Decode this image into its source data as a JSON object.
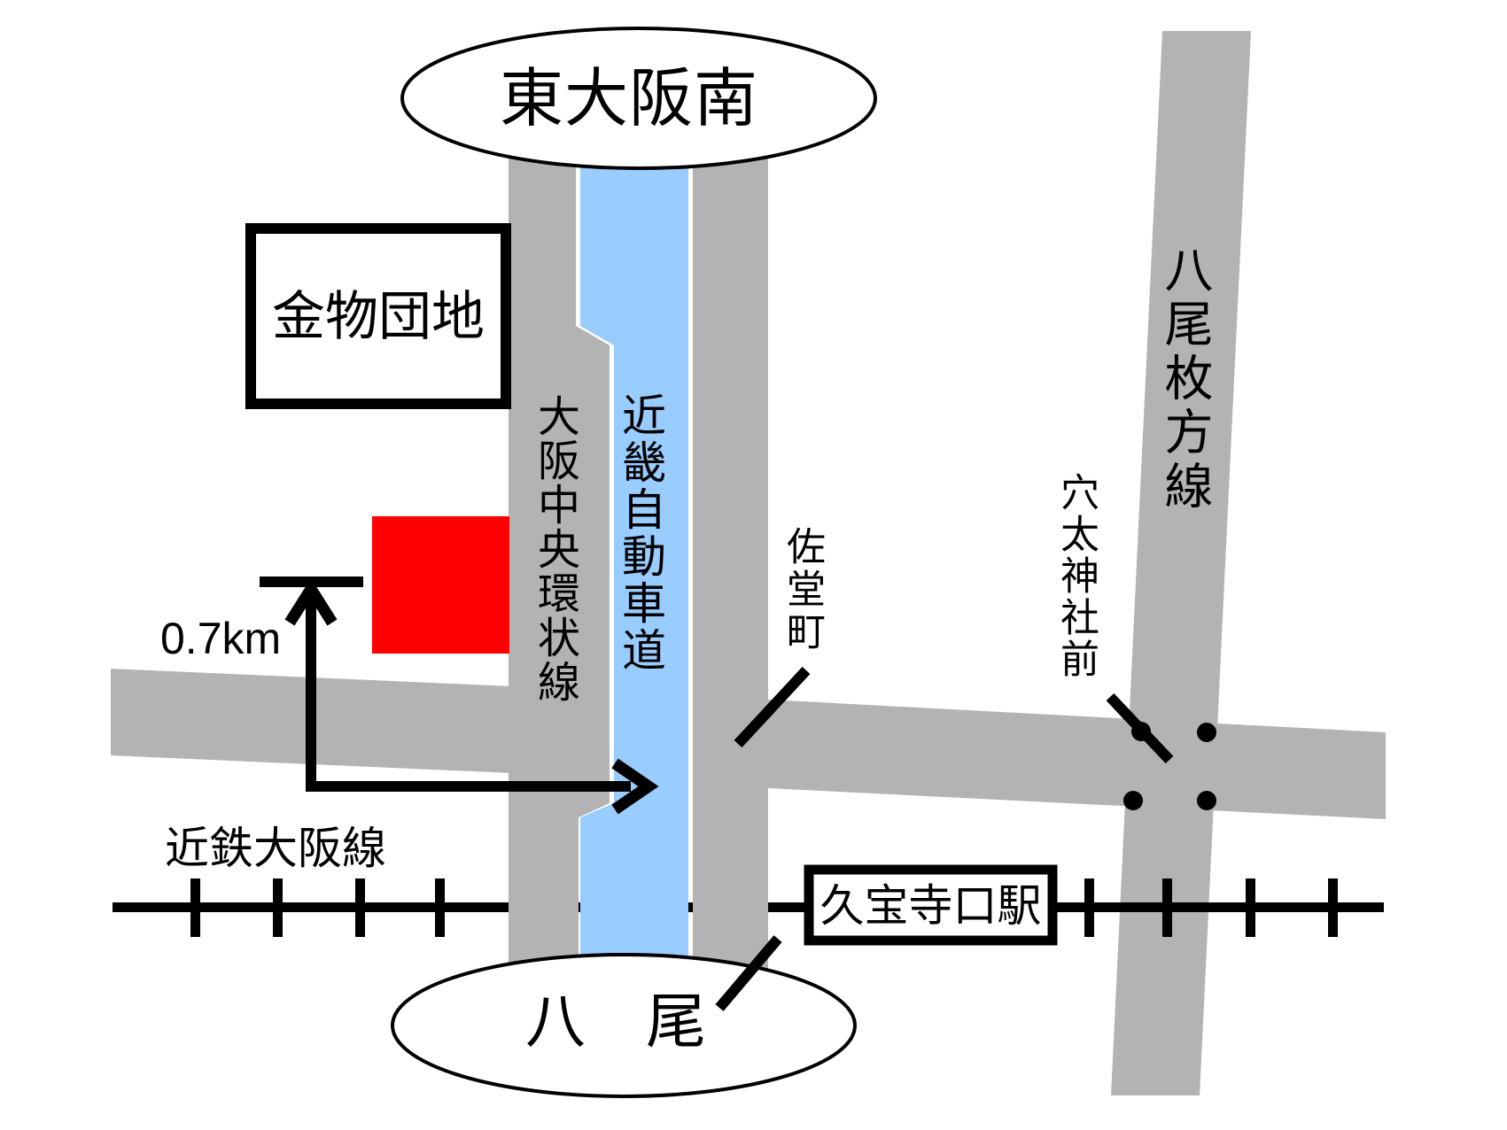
{
  "colors": {
    "road_gray": "#b3b3b3",
    "expressway_blue": "#99ccff",
    "marker_red": "#ff0000",
    "line_black": "#000000"
  },
  "interchanges": {
    "top": "東大阪南",
    "bottom": "八　尾"
  },
  "roads": {
    "expressway": "近畿自動車道",
    "chuo_loop": "大阪中央環状線",
    "yao_hirakata": "八尾枚方線"
  },
  "railway": {
    "line_name": "近鉄大阪線",
    "station_name": "久宝寺口駅"
  },
  "landmarks": {
    "hardware_district": "金物団地",
    "sado_cho": "佐堂町",
    "anao_shrine_mae": "穴太神社前"
  },
  "route": {
    "distance": "0.7km"
  }
}
